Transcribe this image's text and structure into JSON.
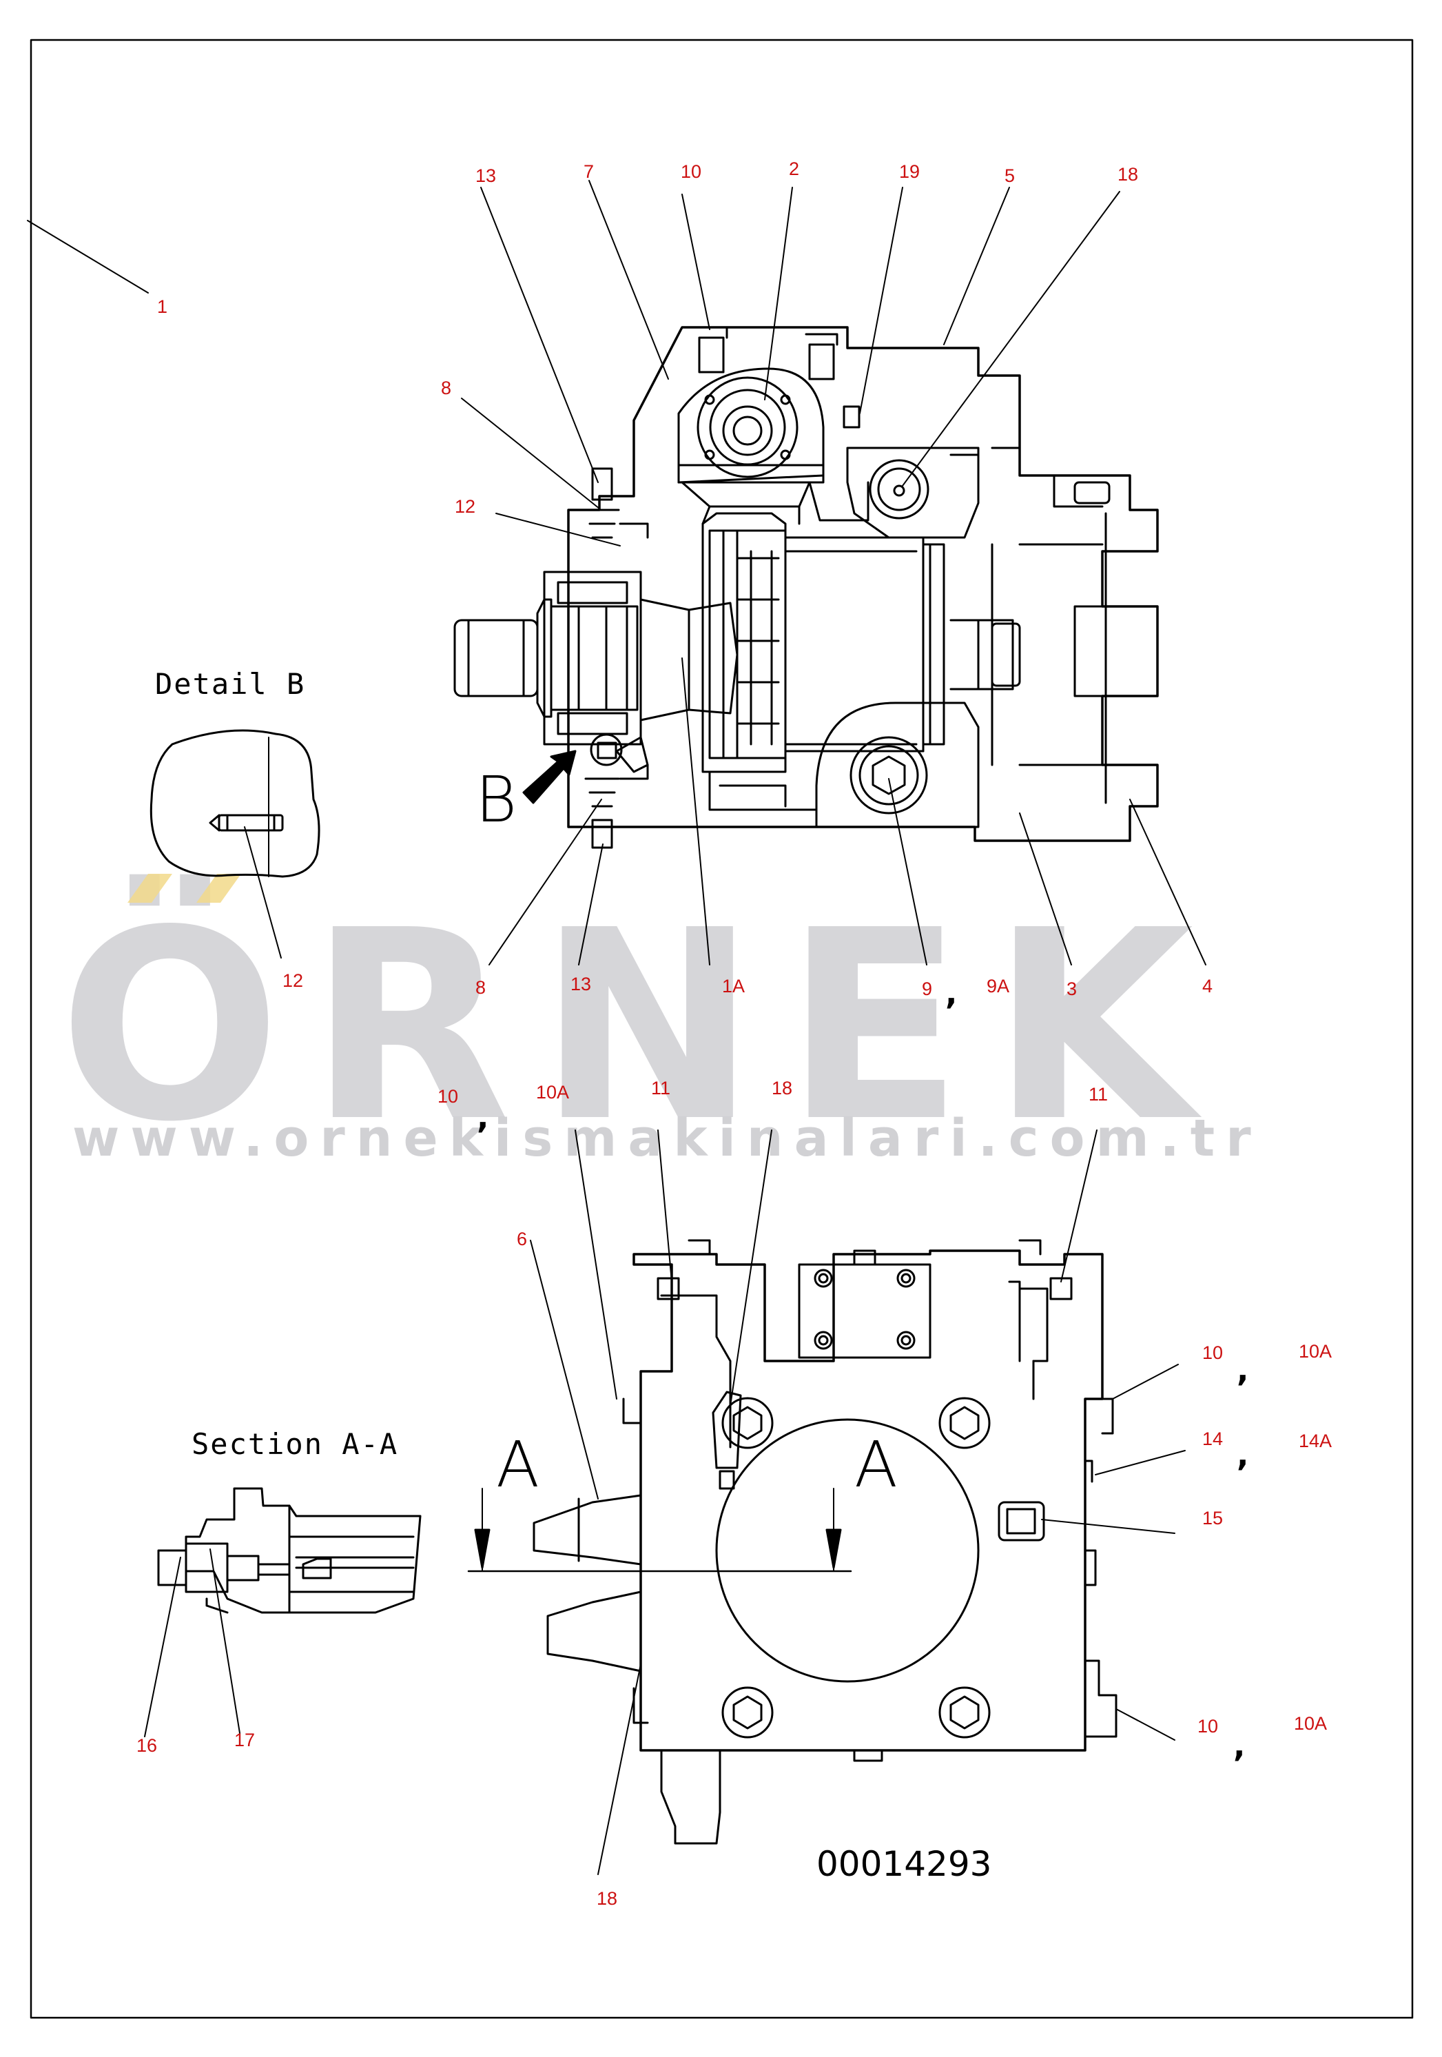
{
  "callouts": {
    "c1": "1",
    "c13a": "13",
    "c7": "7",
    "c10a": "10",
    "c2": "2",
    "c19": "19",
    "c5": "5",
    "c18a": "18",
    "c8a": "8",
    "c12a": "12",
    "c12b": "12",
    "c8b": "8",
    "c13b": "13",
    "c1A": "1A",
    "c9": "9",
    "c9A": "9A",
    "c3": "3",
    "c4": "4",
    "c10b": "10",
    "c10Ab": "10A",
    "c11a": "11",
    "c18b": "18",
    "c11b": "11",
    "c6": "6",
    "c10c": "10",
    "c10Ac": "10A",
    "c14": "14",
    "c14A": "14A",
    "c15": "15",
    "c10d": "10",
    "c10Ad": "10A",
    "c16": "16",
    "c17": "17",
    "c18c": "18"
  },
  "labels": {
    "detail_b": "Detail B",
    "section_aa": "Section A-A",
    "view_letter_b": "B",
    "section_letter_left": "A",
    "section_letter_right": "A"
  },
  "drawing_number": "00014293",
  "watermark": {
    "brand": "ÖRNEK",
    "url": "www.ornekismakinalari.com.tr"
  },
  "colors": {
    "callout": "#cc1111",
    "line": "#000000",
    "watermark": "#c9c9cd",
    "watermark_accent": "#f2d98a"
  }
}
